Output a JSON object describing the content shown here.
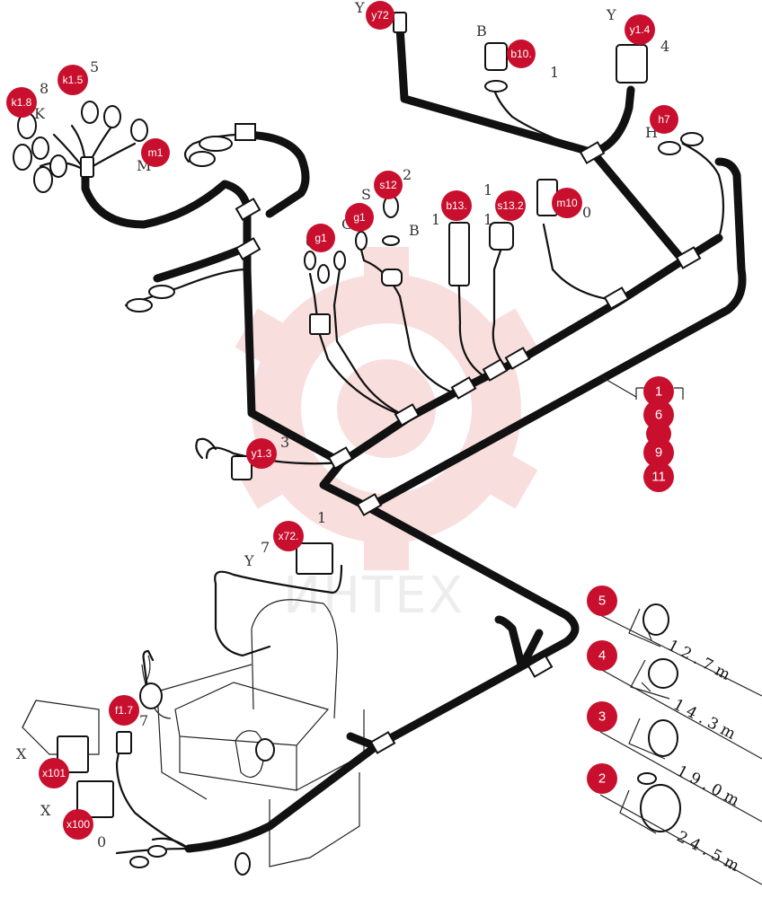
{
  "watermark": {
    "text": "ИНТЕХ",
    "color": "#f2b8b8"
  },
  "callouts": [
    {
      "id": "y72",
      "label": "y72"
    },
    {
      "id": "y1_4",
      "label": "y1.4"
    },
    {
      "id": "b10",
      "label": "b10."
    },
    {
      "id": "k1_5",
      "label": "k1.5"
    },
    {
      "id": "k1_8",
      "label": "k1.8"
    },
    {
      "id": "m1",
      "label": "m1"
    },
    {
      "id": "h7",
      "label": "h7"
    },
    {
      "id": "s12",
      "label": "s12"
    },
    {
      "id": "g1a",
      "label": "g1"
    },
    {
      "id": "g1b",
      "label": "g1"
    },
    {
      "id": "b13",
      "label": "b13."
    },
    {
      "id": "s13_2",
      "label": "s13.2"
    },
    {
      "id": "m10",
      "label": "m10"
    },
    {
      "id": "n1",
      "label": "1"
    },
    {
      "id": "n6",
      "label": "6"
    },
    {
      "id": "n9",
      "label": "9"
    },
    {
      "id": "n11",
      "label": "11"
    },
    {
      "id": "y1_3",
      "label": "y1.3"
    },
    {
      "id": "x72",
      "label": "x72."
    },
    {
      "id": "f1_7",
      "label": "f1.7"
    },
    {
      "id": "x101",
      "label": "x101"
    },
    {
      "id": "x100",
      "label": "x100"
    },
    {
      "id": "c5",
      "label": "5"
    },
    {
      "id": "c4",
      "label": "4"
    },
    {
      "id": "c3",
      "label": "3"
    },
    {
      "id": "c2",
      "label": "2"
    }
  ],
  "stray_letters": [
    {
      "id": "t1",
      "text": "Y"
    },
    {
      "id": "t2",
      "text": "Y"
    },
    {
      "id": "t3",
      "text": "4"
    },
    {
      "id": "t4",
      "text": "B"
    },
    {
      "id": "t5",
      "text": "1"
    },
    {
      "id": "t6",
      "text": "8"
    },
    {
      "id": "t7",
      "text": "5"
    },
    {
      "id": "t8",
      "text": "K"
    },
    {
      "id": "t9",
      "text": "M"
    },
    {
      "id": "t10",
      "text": "H"
    },
    {
      "id": "t11",
      "text": "S"
    },
    {
      "id": "t12",
      "text": "2"
    },
    {
      "id": "t13",
      "text": "B"
    },
    {
      "id": "t14",
      "text": "1"
    },
    {
      "id": "t15",
      "text": "1"
    },
    {
      "id": "t16",
      "text": "0"
    },
    {
      "id": "t17",
      "text": "3"
    },
    {
      "id": "t18",
      "text": "1"
    },
    {
      "id": "t19",
      "text": "7"
    },
    {
      "id": "t20",
      "text": "Y"
    },
    {
      "id": "t21",
      "text": "X"
    },
    {
      "id": "t22",
      "text": "X"
    },
    {
      "id": "t23",
      "text": "0"
    },
    {
      "id": "t24",
      "text": "7"
    },
    {
      "id": "t25",
      "text": "G"
    },
    {
      "id": "t26",
      "text": "G"
    },
    {
      "id": "t27",
      "text": "1"
    },
    {
      "id": "t28",
      "text": "1"
    }
  ],
  "dimensions": [
    {
      "id": "d5",
      "text": "1 2 . 7 m"
    },
    {
      "id": "d4",
      "text": "1 4 . 3 m"
    },
    {
      "id": "d3",
      "text": "1 9 . 0 m"
    },
    {
      "id": "d2",
      "text": "2 4 . 5 m"
    }
  ]
}
